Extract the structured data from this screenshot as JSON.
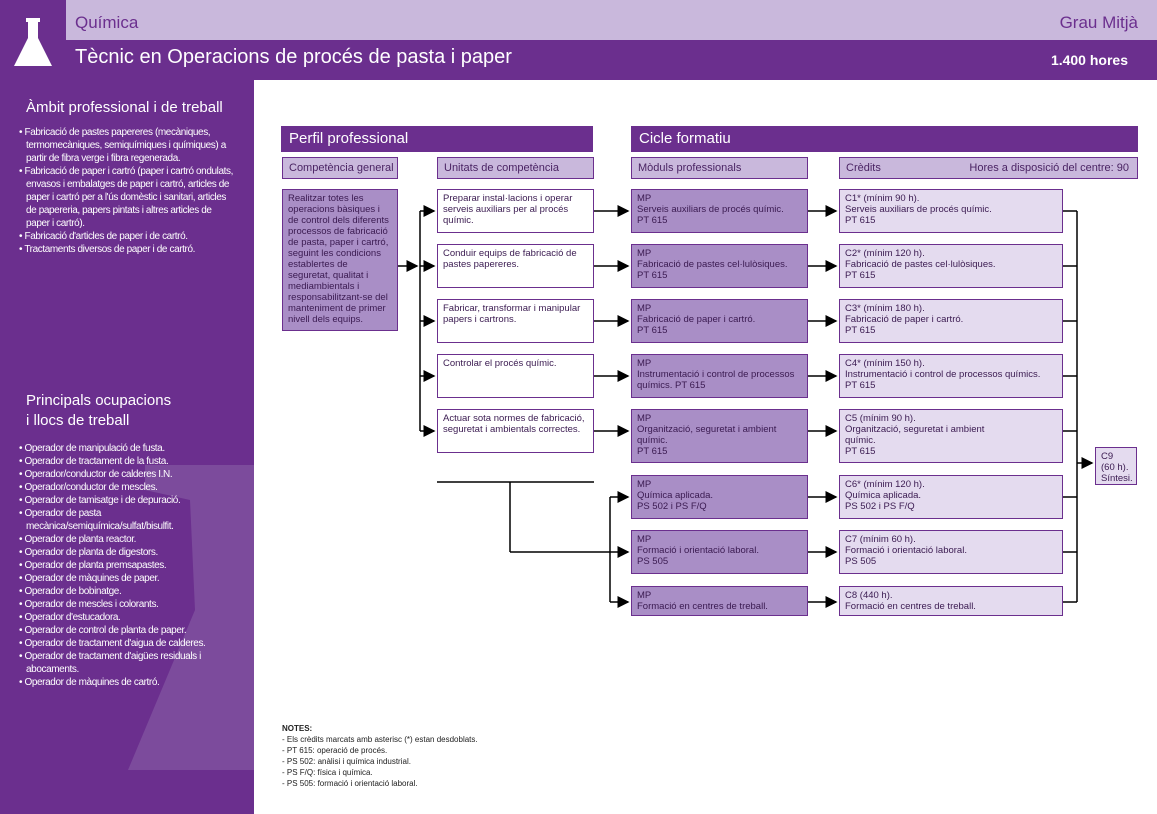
{
  "header": {
    "subject": "Química",
    "grade": "Grau Mitjà",
    "title": "Tècnic en Operacions de procés de pasta i paper",
    "hours": "1.400 hores"
  },
  "colors": {
    "primary": "#6b2f8e",
    "light": "#c9b8dc",
    "module": "#a98ec6",
    "credit": "#e4dbef"
  },
  "logo_icon": "flask-icon",
  "sidebar": {
    "ambit_title": "Àmbit professional i de treball",
    "ambit_items": [
      "Fabricació de pastes papereres (mecàniques, termomecàniques, semiquímiques i químiques) a partir de fibra verge i fibra regenerada.",
      "Fabricació de paper i cartró (paper i cartró ondulats, envasos i embalatges de paper i cartró, articles de paper i cartró per a l'ús domèstic i sanitari, articles de papereria, papers pintats i altres articles de paper i cartró).",
      "Fabricació d'articles de paper i de cartró.",
      "Tractaments diversos de paper i de cartró."
    ],
    "ocup_title_1": "Principals ocupacions",
    "ocup_title_2": "i llocs de treball",
    "ocup_items": [
      "Operador de manipulació de fusta.",
      "Operador de tractament de la fusta.",
      "Operador/conductor de calderes I.N.",
      "Operador/conductor de mescles.",
      "Operador de tamisatge i de depuració.",
      "Operador de pasta mecànica/semiquímica/sulfat/bisulfit.",
      "Operador de planta reactor.",
      "Operador de planta de digestors.",
      "Operador de planta premsapastes.",
      "Operador de màquines de paper.",
      "Operador de bobinatge.",
      "Operador de mescles i colorants.",
      "Operador d'estucadora.",
      "Operador de control de planta de paper.",
      "Operador de tractament d'aigua de calderes.",
      "Operador de tractament d'aigües residuals i abocaments.",
      "Operador de màquines de cartró."
    ]
  },
  "perfil": {
    "title": "Perfil professional",
    "competencia_label": "Competència general",
    "unitats_label": "Unitats de competència",
    "competencia_text": "Realitzar totes les operacions bàsiques i de control dels diferents processos de fabricació de pasta, paper i cartró, seguint les condicions establertes de seguretat, qualitat i mediambientals i responsabilitzant-se del manteniment de primer nivell dels equips.",
    "units": [
      "Preparar instal·lacions i operar serveis auxiliars per al procés químic.",
      "Conduir equips de fabricació de pastes papereres.",
      "Fabricar, transformar i manipular papers i cartrons.",
      "Controlar el procés químic.",
      "Actuar sota normes de fabricació, seguretat i ambientals correctes."
    ]
  },
  "cicle": {
    "title": "Cicle formatiu",
    "moduls_label": "Mòduls professionals",
    "credits_label": "Crèdits",
    "hores_label": "Hores a disposició del centre: 90",
    "modules": [
      {
        "l1": "MP",
        "l2": "Serveis auxiliars de procés químic.",
        "l3": "PT 615"
      },
      {
        "l1": "MP",
        "l2": "Fabricació de pastes cel·lulòsiques.",
        "l3": "PT 615"
      },
      {
        "l1": "MP",
        "l2": "Fabricació de paper i cartró.",
        "l3": "PT 615"
      },
      {
        "l1": "MP",
        "l2": "Instrumentació i control de processos",
        "l3": "químics. PT 615"
      },
      {
        "l1": "MP",
        "l2": "Organització, seguretat i ambient",
        "l3": "químic.",
        "l4": "PT 615"
      },
      {
        "l1": "MP",
        "l2": "Química aplicada.",
        "l3": "PS 502 i PS F/Q"
      },
      {
        "l1": "MP",
        "l2": "Formació i orientació laboral.",
        "l3": "PS 505"
      },
      {
        "l1": "MP",
        "l2": "Formació en centres de treball.",
        "l3": ""
      }
    ],
    "credits": [
      {
        "l1": "C1* (mínim 90 h).",
        "l2": "Serveis auxiliars de procés químic.",
        "l3": "PT 615"
      },
      {
        "l1": "C2* (mínim 120 h).",
        "l2": "Fabricació de pastes cel·lulòsiques.",
        "l3": "PT 615"
      },
      {
        "l1": "C3* (mínim 180 h).",
        "l2": "Fabricació de paper i cartró.",
        "l3": "PT 615"
      },
      {
        "l1": "C4* (mínim 150 h).",
        "l2": "Instrumentació i control de processos químics.",
        "l3": "PT 615"
      },
      {
        "l1": "C5 (mínim 90 h).",
        "l2": "Organització, seguretat i ambient",
        "l3": "químic.",
        "l4": "PT 615"
      },
      {
        "l1": "C6* (mínim 120 h).",
        "l2": "Química aplicada.",
        "l3": "PS 502 i PS F/Q"
      },
      {
        "l1": "C7 (mínim 60 h).",
        "l2": "Formació i orientació laboral.",
        "l3": "PS 505"
      },
      {
        "l1": "C8 (440 h).",
        "l2": "Formació en centres de treball.",
        "l3": ""
      }
    ],
    "c9": {
      "l1": "C9",
      "l2": "(60 h).",
      "l3": "Síntesi."
    }
  },
  "notes": {
    "title": "NOTES:",
    "items": [
      "- Els crèdits marcats amb asterisc (*) estan desdoblats.",
      "- PT 615: operació de procés.",
      "- PS 502: anàlisi i química industrial.",
      "- PS F/Q: física i química.",
      "- PS 505: formació i orientació laboral."
    ]
  }
}
